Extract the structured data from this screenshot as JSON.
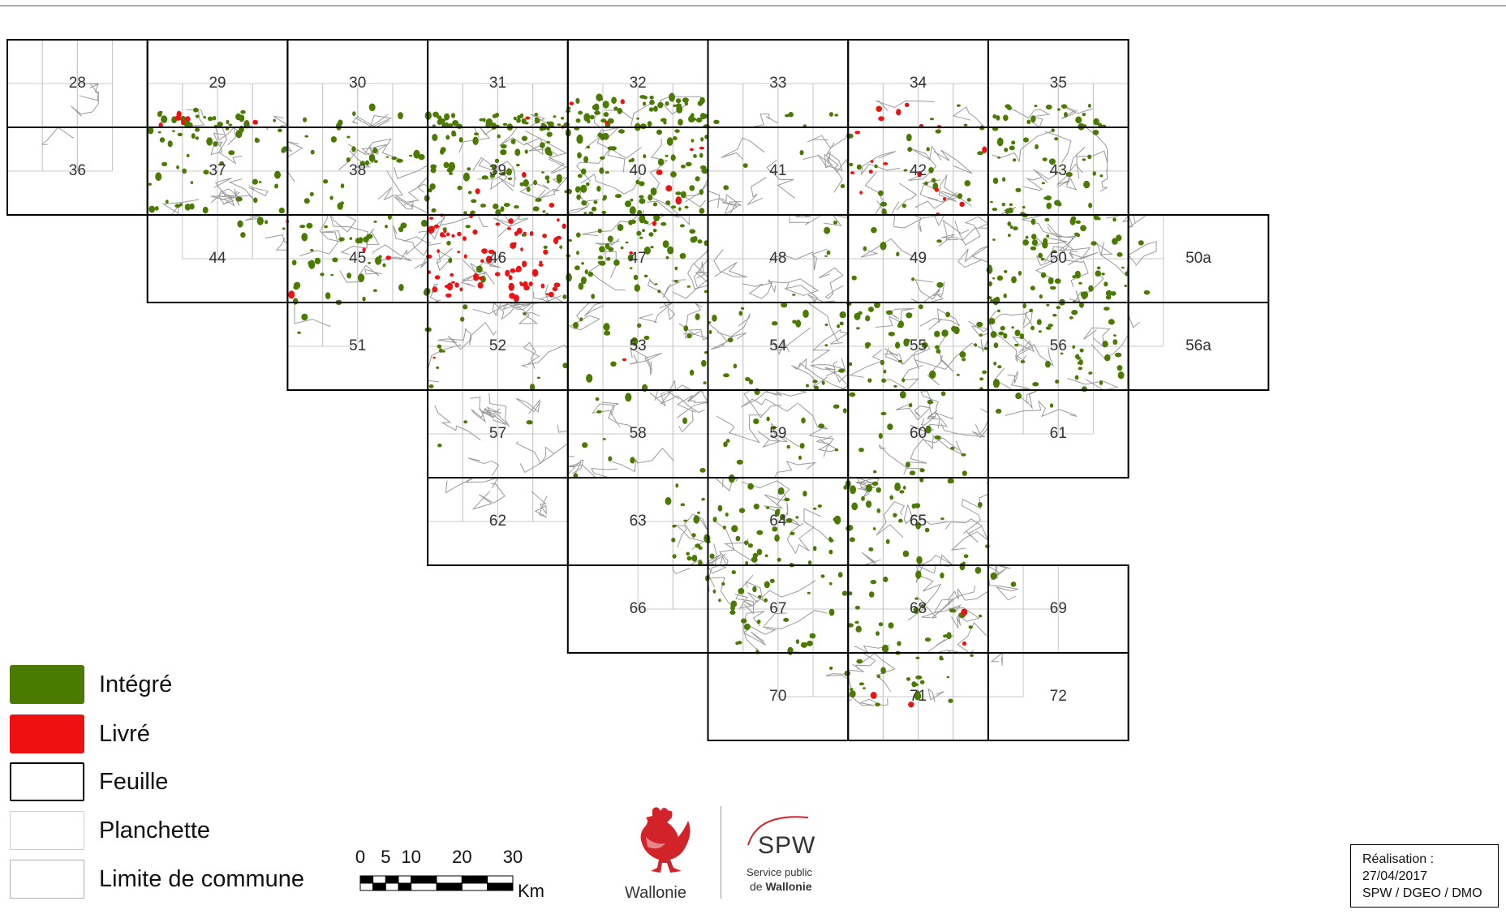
{
  "map": {
    "sheets": [
      {
        "id": "28",
        "label": "28",
        "col": 0,
        "row": 0
      },
      {
        "id": "29",
        "label": "29",
        "col": 1,
        "row": 0
      },
      {
        "id": "30",
        "label": "30",
        "col": 2,
        "row": 0
      },
      {
        "id": "31",
        "label": "31",
        "col": 3,
        "row": 0
      },
      {
        "id": "32",
        "label": "32",
        "col": 4,
        "row": 0
      },
      {
        "id": "33",
        "label": "33",
        "col": 5,
        "row": 0
      },
      {
        "id": "34",
        "label": "34",
        "col": 6,
        "row": 0
      },
      {
        "id": "35",
        "label": "35",
        "col": 7,
        "row": 0
      },
      {
        "id": "36",
        "label": "36",
        "col": 0,
        "row": 1
      },
      {
        "id": "37",
        "label": "37",
        "col": 1,
        "row": 1
      },
      {
        "id": "38",
        "label": "38",
        "col": 2,
        "row": 1
      },
      {
        "id": "39",
        "label": "39",
        "col": 3,
        "row": 1
      },
      {
        "id": "40",
        "label": "40",
        "col": 4,
        "row": 1
      },
      {
        "id": "41",
        "label": "41",
        "col": 5,
        "row": 1
      },
      {
        "id": "42",
        "label": "42",
        "col": 6,
        "row": 1
      },
      {
        "id": "43",
        "label": "43",
        "col": 7,
        "row": 1
      },
      {
        "id": "44",
        "label": "44",
        "col": 1,
        "row": 2
      },
      {
        "id": "45",
        "label": "45",
        "col": 2,
        "row": 2
      },
      {
        "id": "46",
        "label": "46",
        "col": 3,
        "row": 2
      },
      {
        "id": "47",
        "label": "47",
        "col": 4,
        "row": 2
      },
      {
        "id": "48",
        "label": "48",
        "col": 5,
        "row": 2
      },
      {
        "id": "49",
        "label": "49",
        "col": 6,
        "row": 2
      },
      {
        "id": "50",
        "label": "50",
        "col": 7,
        "row": 2
      },
      {
        "id": "50a",
        "label": "50a",
        "col": 8,
        "row": 2
      },
      {
        "id": "51",
        "label": "51",
        "col": 2,
        "row": 3
      },
      {
        "id": "52",
        "label": "52",
        "col": 3,
        "row": 3
      },
      {
        "id": "53",
        "label": "53",
        "col": 4,
        "row": 3
      },
      {
        "id": "54",
        "label": "54",
        "col": 5,
        "row": 3
      },
      {
        "id": "55",
        "label": "55",
        "col": 6,
        "row": 3
      },
      {
        "id": "56",
        "label": "56",
        "col": 7,
        "row": 3
      },
      {
        "id": "56a",
        "label": "56a",
        "col": 8,
        "row": 3
      },
      {
        "id": "57",
        "label": "57",
        "col": 3,
        "row": 4
      },
      {
        "id": "58",
        "label": "58",
        "col": 4,
        "row": 4
      },
      {
        "id": "59",
        "label": "59",
        "col": 5,
        "row": 4
      },
      {
        "id": "60",
        "label": "60",
        "col": 6,
        "row": 4
      },
      {
        "id": "61",
        "label": "61",
        "col": 7,
        "row": 4
      },
      {
        "id": "62",
        "label": "62",
        "col": 3,
        "row": 5
      },
      {
        "id": "63",
        "label": "63",
        "col": 4,
        "row": 5
      },
      {
        "id": "64",
        "label": "64",
        "col": 5,
        "row": 5
      },
      {
        "id": "65",
        "label": "65",
        "col": 6,
        "row": 5
      },
      {
        "id": "66",
        "label": "66",
        "col": 4,
        "row": 6
      },
      {
        "id": "67",
        "label": "67",
        "col": 5,
        "row": 6
      },
      {
        "id": "68",
        "label": "68",
        "col": 6,
        "row": 6
      },
      {
        "id": "69",
        "label": "69",
        "col": 7,
        "row": 6
      },
      {
        "id": "70",
        "label": "70",
        "col": 5,
        "row": 7
      },
      {
        "id": "71",
        "label": "71",
        "col": 6,
        "row": 7
      },
      {
        "id": "72",
        "label": "72",
        "col": 7,
        "row": 7
      }
    ],
    "colors": {
      "integre": "#4a7a00",
      "livre": "#ee1111",
      "feuille": "#000000",
      "planchette": "#c8c8c8",
      "commune": "#9a9a9a"
    }
  },
  "legend": {
    "items": [
      {
        "key": "integre",
        "label": "Intégré",
        "swatch": "fill-green"
      },
      {
        "key": "livre",
        "label": "Livré",
        "swatch": "fill-red"
      },
      {
        "key": "feuille",
        "label": "Feuille",
        "swatch": "outline-black"
      },
      {
        "key": "planchette",
        "label": "Planchette",
        "swatch": "outline-lightgray"
      },
      {
        "key": "commune",
        "label": "Limite de commune",
        "swatch": "outline-gray"
      }
    ]
  },
  "scale": {
    "ticks": [
      "0",
      "5",
      "10",
      "20",
      "30"
    ],
    "tick_values": [
      0,
      5,
      10,
      20,
      30
    ],
    "unit": "Km"
  },
  "logos": {
    "wallonie_text": "Wallonie",
    "spw_text": "SPW",
    "spw_line1": "Service public",
    "spw_line2_prefix": "de ",
    "spw_line2_bold": "Wallonie",
    "wallonie_color": "#d2232a",
    "spw_color": "#d2232a"
  },
  "credits": {
    "line1": "Réalisation :",
    "line2": "27/04/2017",
    "line3": "SPW / DGEO / DMO"
  }
}
